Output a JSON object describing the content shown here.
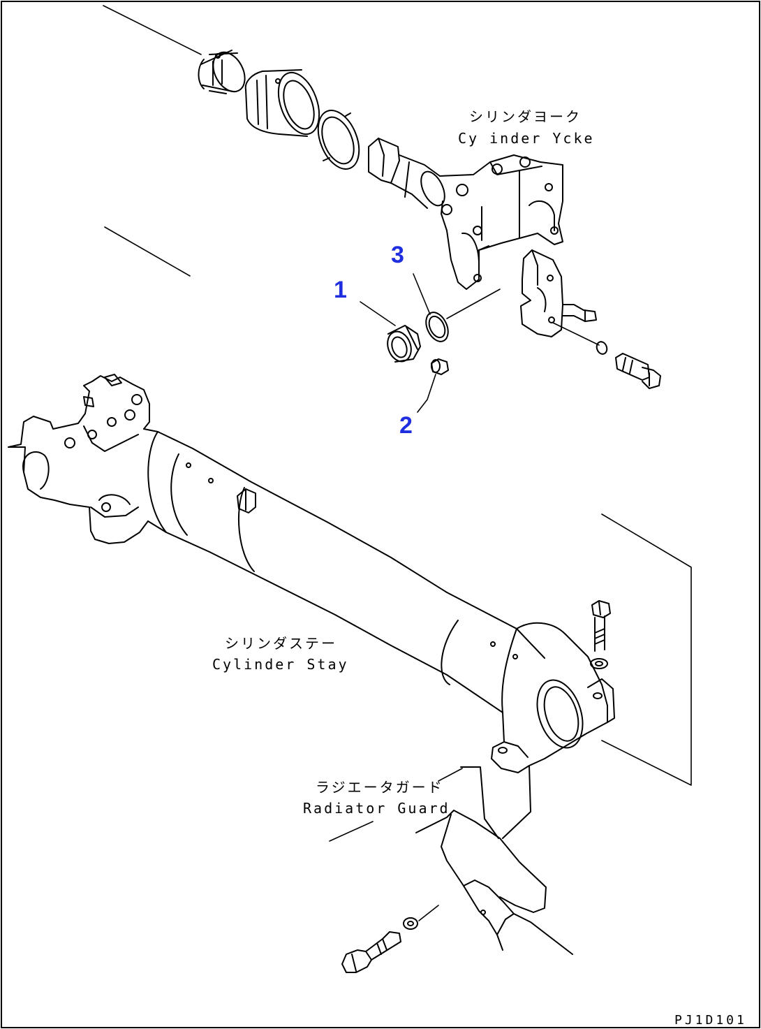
{
  "labels": {
    "cylinder_yoke_jp": "シリンダヨーク",
    "cylinder_yoke_en": "Cy inder Ycke",
    "cylinder_stay_jp": "シリンダステー",
    "cylinder_stay_en": "Cylinder Stay",
    "radiator_guard_jp": "ラジエータガード",
    "radiator_guard_en": "Radiator Guard"
  },
  "callouts": [
    "1",
    "2",
    "3"
  ],
  "drawing_code": "PJ1D101",
  "colors": {
    "callout": "#1f2fe0",
    "line": "#000000",
    "background": "#ffffff"
  }
}
